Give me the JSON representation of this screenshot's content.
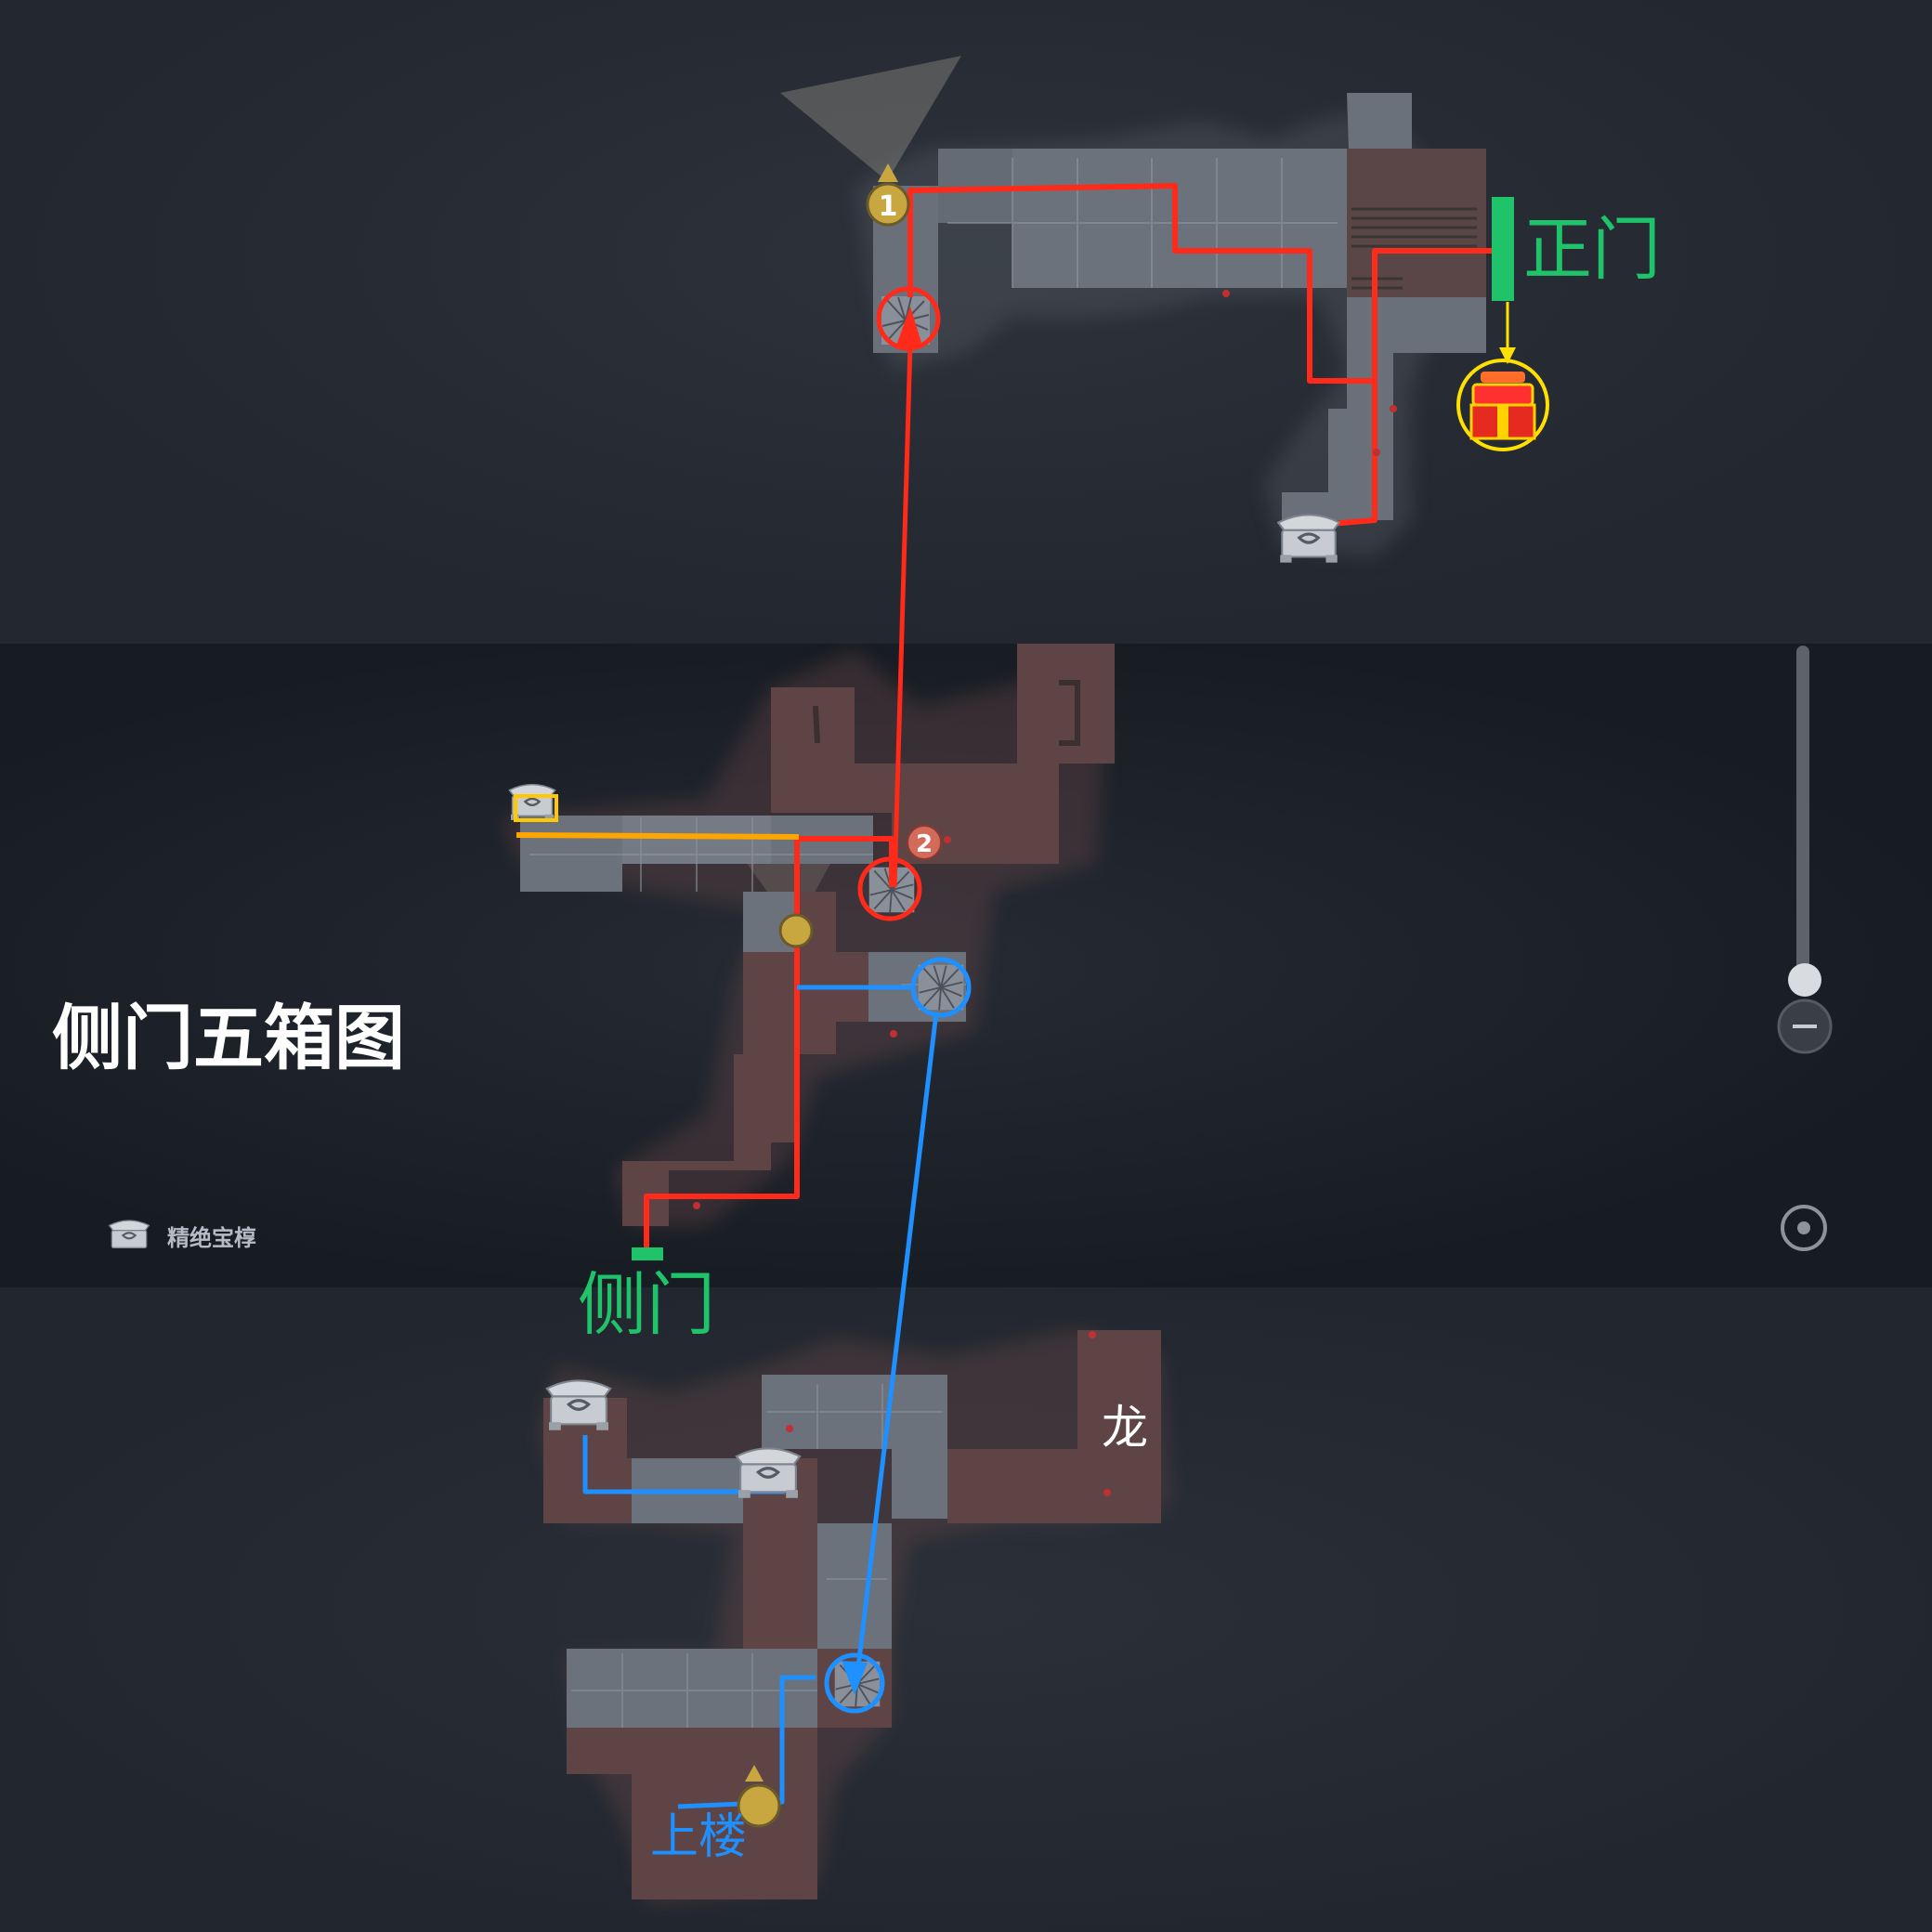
{
  "labels": {
    "main_gate": "正门",
    "side_gate": "侧门",
    "upstairs": "上楼",
    "dragon": "龙",
    "title": "侧门五箱图"
  },
  "legend": {
    "text": "精绝宝椁",
    "icon": "chest-icon"
  },
  "markers": {
    "waypoint_top": "1",
    "waypoint_mid": "2"
  },
  "colors": {
    "route_red": "#ff2a1a",
    "route_blue": "#1e90ff",
    "route_orange": "#ffa500",
    "gate_green": "#1fc46a",
    "floor_grey": "#6c727c",
    "floor_brown": "#5e4444",
    "chest_grey": "#c8ccd2",
    "highlight_yellow": "#ffe000",
    "player_gold": "#c8a640"
  }
}
